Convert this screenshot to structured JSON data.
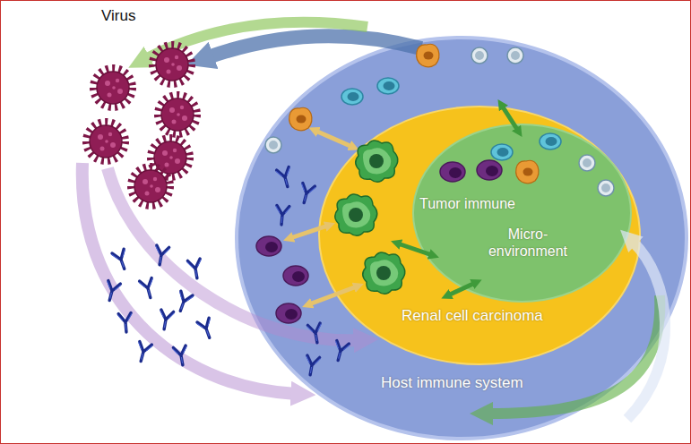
{
  "diagram": {
    "nodes": [
      {
        "text": [
          "Host immune system"
        ]
      },
      {
        "text": [
          "Renal cell carcinoma"
        ],
        "in": 0
      },
      {
        "text": [
          "Tumor immune",
          "Micro- environment"
        ],
        "in": 1
      }
    ],
    "labels": [
      "Virus"
    ]
  }
}
